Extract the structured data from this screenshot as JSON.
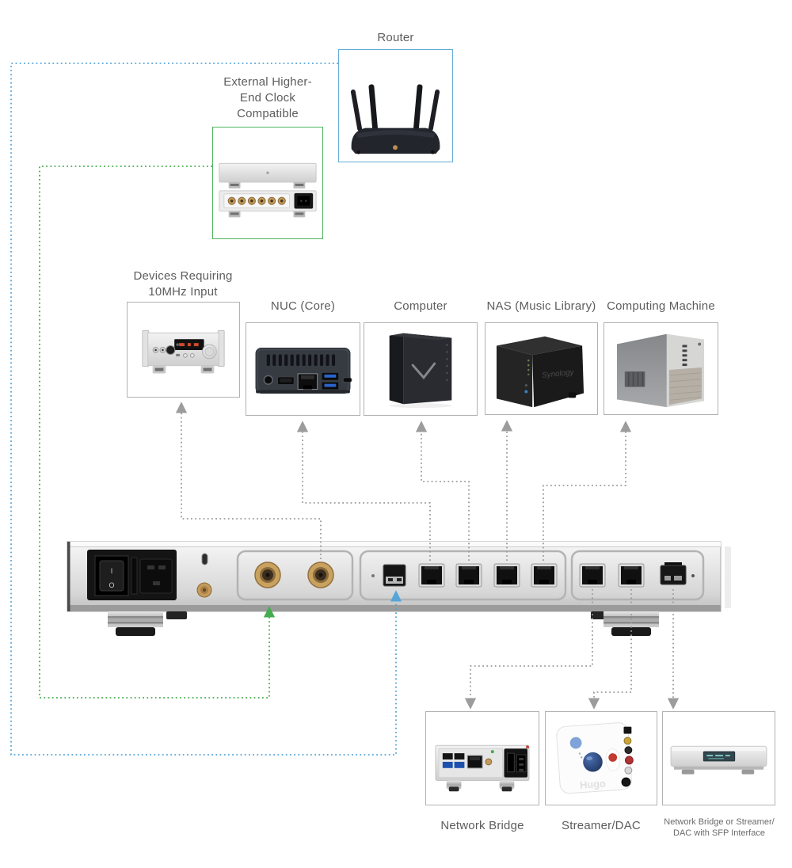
{
  "palette": {
    "background": "#ffffff",
    "wire_blue": "#55a5d8",
    "wire_green": "#45ad4f",
    "wire_gray": "#9c9c9c",
    "label_text": "#5d5d5d",
    "box_border_gray": "#b2b2b2",
    "router_box_border": "#64acd8",
    "clock_box_border": "#4db45f"
  },
  "nodes": {
    "router": {
      "label": "Router"
    },
    "external_clock": {
      "lines": [
        "External Higher-",
        "End Clock",
        "Compatible"
      ]
    },
    "devices_10mhz": {
      "lines": [
        "Devices Requiring",
        "10MHz Input"
      ]
    },
    "nuc": {
      "label": "NUC (Core)"
    },
    "computer": {
      "label": "Computer"
    },
    "nas": {
      "label": "NAS (Music Library)",
      "device_text": "Synology"
    },
    "computing_machine": {
      "label": "Computing Machine"
    },
    "network_bridge": {
      "label": "Network Bridge"
    },
    "streamer_dac": {
      "label": "Streamer/DAC",
      "device_text": "Hugo"
    },
    "sfp_endpoint": {
      "lines": [
        "Network Bridge or Streamer/",
        "DAC with SFP Interface"
      ]
    }
  },
  "switch": {
    "power_rocker_on": "I",
    "power_rocker_off": "O"
  },
  "connections": [
    {
      "from": "router",
      "to": "switch-ethernet-port-1",
      "color": "blue"
    },
    {
      "from": "external_clock",
      "to": "switch-bnc-input-1",
      "color": "green"
    },
    {
      "from": "switch-bnc-output-2",
      "to": "devices_10mhz",
      "color": "gray"
    },
    {
      "from": "switch-ethernet-port-2",
      "to": "nuc",
      "color": "gray"
    },
    {
      "from": "switch-ethernet-port-3",
      "to": "computer",
      "color": "gray"
    },
    {
      "from": "switch-ethernet-port-4",
      "to": "nas",
      "color": "gray"
    },
    {
      "from": "switch-ethernet-port-5",
      "to": "computing_machine",
      "color": "gray"
    },
    {
      "from": "switch-ethernet-port-6",
      "to": "network_bridge",
      "color": "gray"
    },
    {
      "from": "switch-ethernet-port-7",
      "to": "streamer_dac",
      "color": "gray"
    },
    {
      "from": "switch-sfp-port",
      "to": "sfp_endpoint",
      "color": "gray"
    }
  ]
}
